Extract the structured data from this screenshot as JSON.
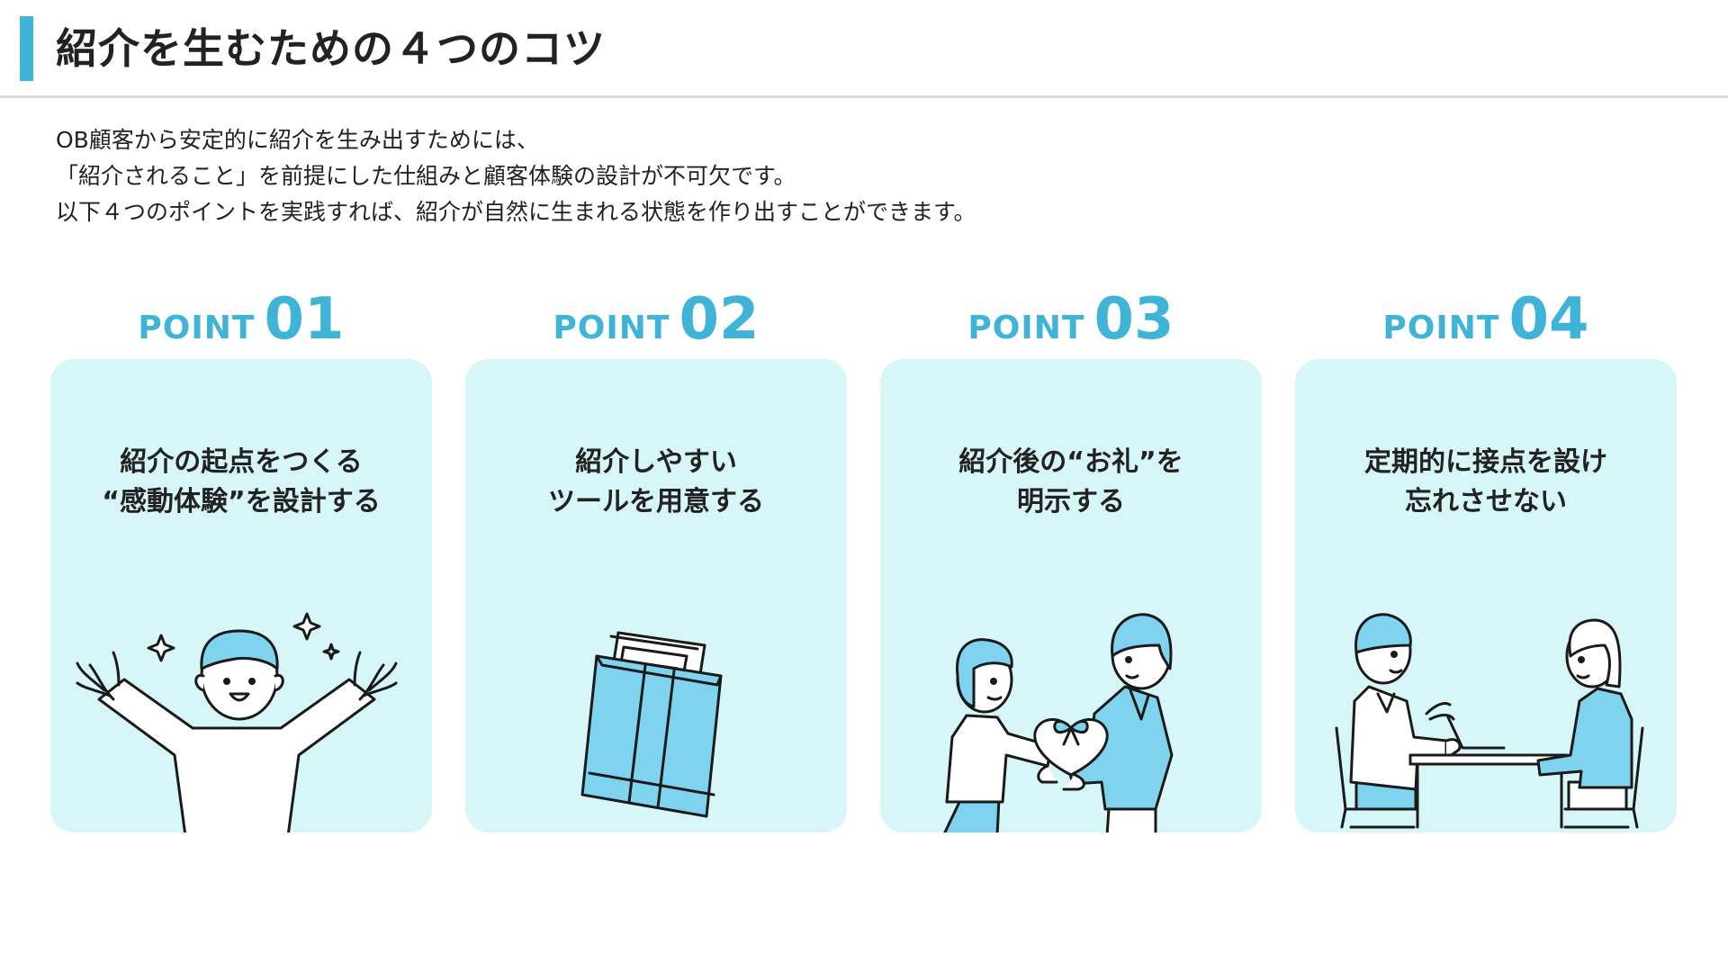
{
  "header": {
    "title": "紹介を生むための４つのコツ"
  },
  "intro": {
    "lines": [
      "OB顧客から安定的に紹介を生み出すためには、",
      "「紹介されること」を前提にした仕組みと顧客体験の設計が不可欠です。",
      "以下４つのポイントを実践すれば、紹介が自然に生まれる状態を作り出すことができます。"
    ]
  },
  "points": [
    {
      "label": "POINT",
      "number": "01",
      "lines": [
        "紹介の起点をつくる",
        "“感動体験”を設計する"
      ],
      "illustration": "celebrating-person-icon"
    },
    {
      "label": "POINT",
      "number": "02",
      "lines": [
        "紹介しやすい",
        "ツールを用意する"
      ],
      "illustration": "envelope-documents-icon"
    },
    {
      "label": "POINT",
      "number": "03",
      "lines": [
        "紹介後の“お礼”を",
        "明示する"
      ],
      "illustration": "gift-handover-icon"
    },
    {
      "label": "POINT",
      "number": "04",
      "lines": [
        "定期的に接点を設け",
        "忘れさせない"
      ],
      "illustration": "meeting-table-icon"
    }
  ],
  "colors": {
    "accent": "#3fb4d6",
    "card_bg": "#d6f6f8",
    "illustration_fill": "#7fd3ee",
    "line": "#1a1a1a"
  }
}
